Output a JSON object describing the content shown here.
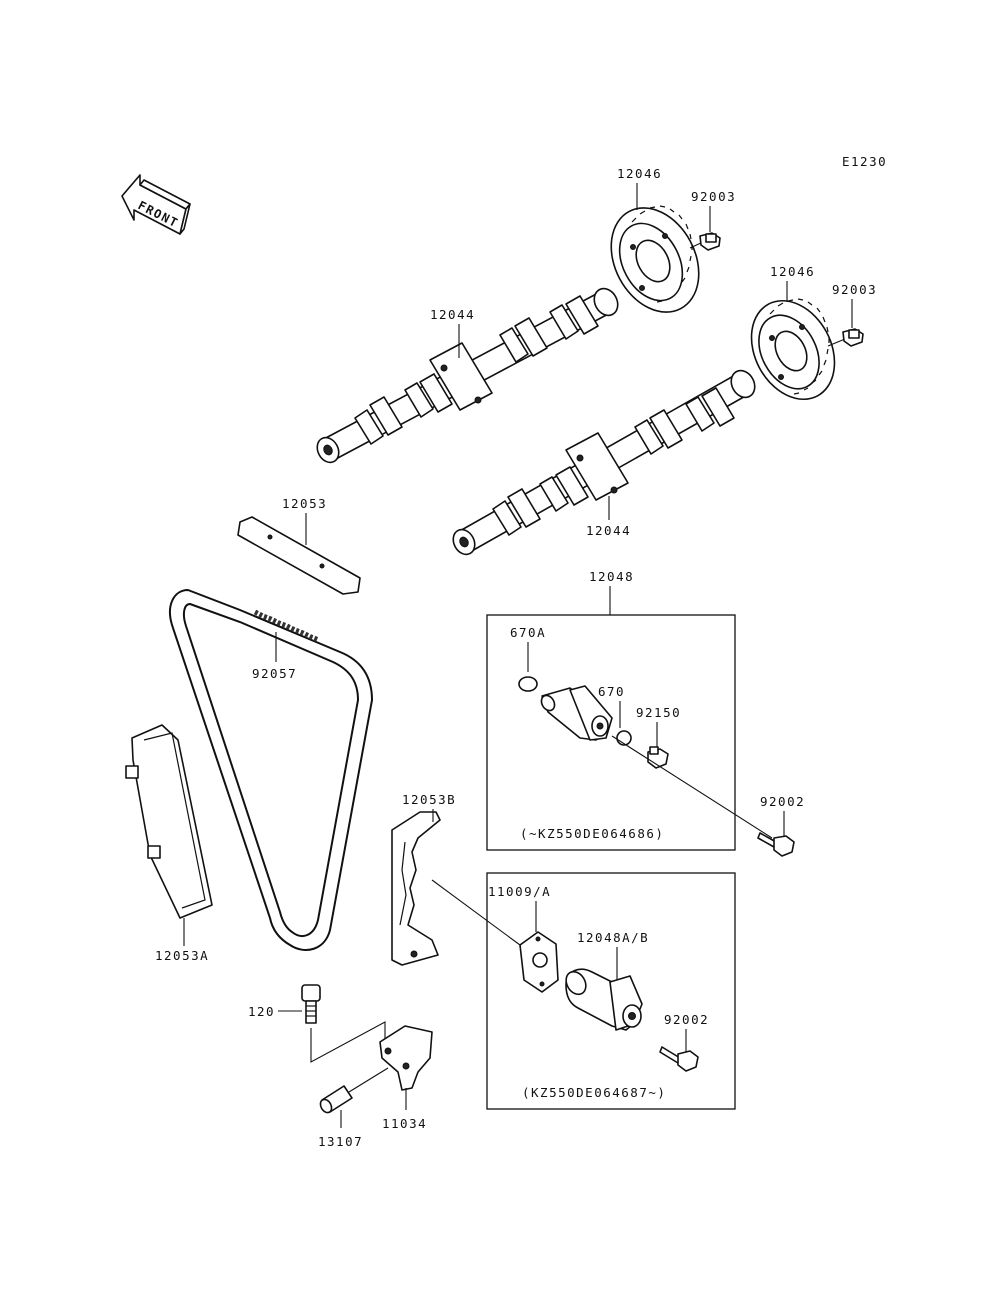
{
  "diagram_code": "E1230",
  "front_label": "FRONT",
  "labels": {
    "sprocket_top": "12046",
    "bolt_top": "92003",
    "sprocket_right": "12046",
    "bolt_right": "92003",
    "camshaft_upper": "12044",
    "camshaft_lower": "12044",
    "guide_top": "12053",
    "chain": "92057",
    "tensioner_assy_upper": "12048",
    "oring_small": "670A",
    "oring_670": "670",
    "bolt_92150": "92150",
    "bolt_92002_upper": "92002",
    "upper_box_note": "(~KZ550DE064686)",
    "guide_b": "12053B",
    "guide_a": "12053A",
    "gasket": "11009/A",
    "tensioner_assy_lower": "12048A/B",
    "bolt_92002_lower": "92002",
    "lower_box_note": "(KZ550DE064687~)",
    "bolt_120": "120",
    "bracket": "11034",
    "pin": "13107"
  }
}
